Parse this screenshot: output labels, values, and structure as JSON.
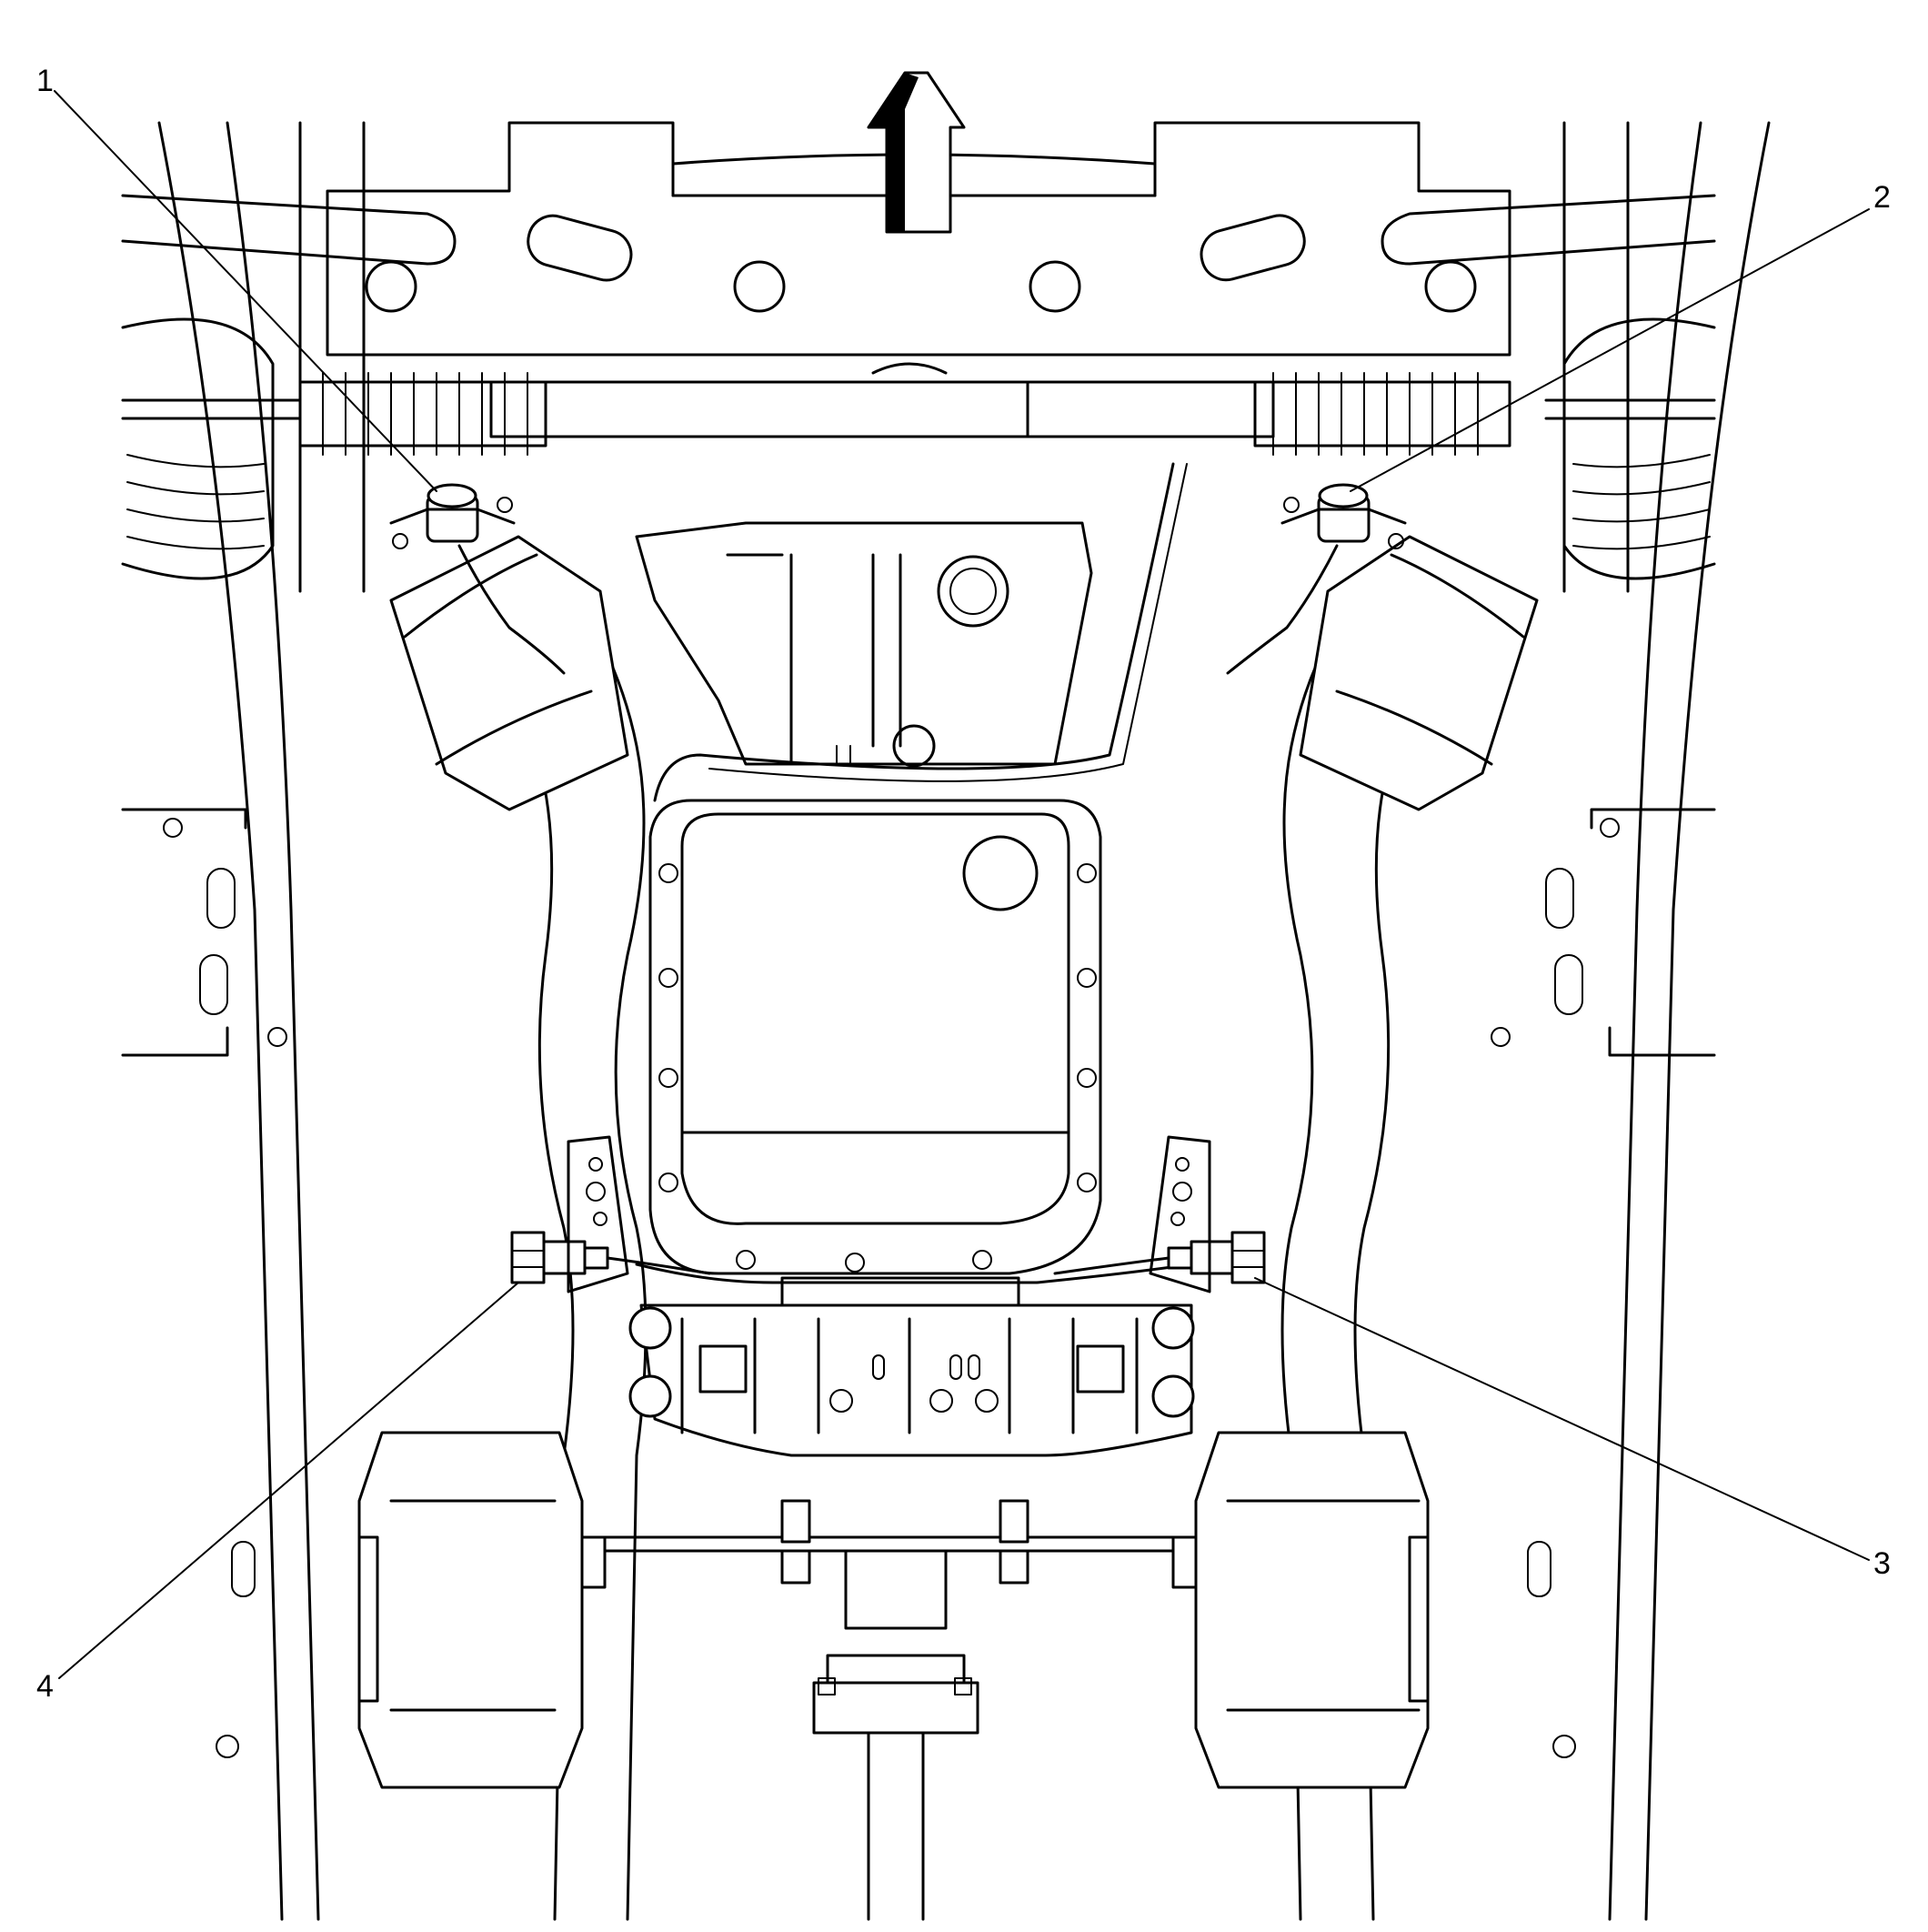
{
  "diagram": {
    "callouts": [
      {
        "label": "1",
        "part": "sensor-upper-left"
      },
      {
        "label": "2",
        "part": "sensor-upper-right"
      },
      {
        "label": "3",
        "part": "sensor-lower-right"
      },
      {
        "label": "4",
        "part": "sensor-lower-left"
      }
    ],
    "direction_indicator": "arrow-up-icon",
    "colors": {
      "line": "#000000",
      "background": "#ffffff"
    }
  }
}
